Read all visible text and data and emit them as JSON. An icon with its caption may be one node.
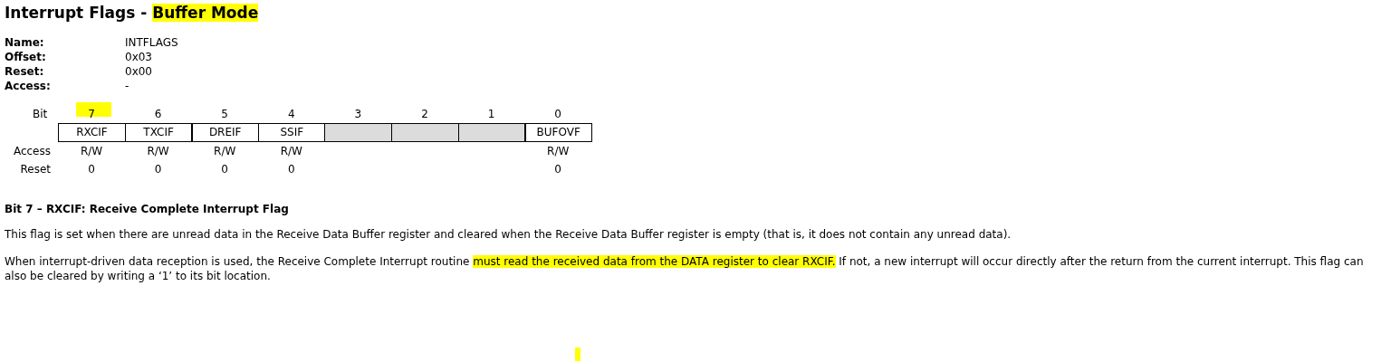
{
  "diagram": {
    "title": "Interrupt Flags - Buffer Mode",
    "labels": [
      "Name:",
      "INTFLAGS",
      "Offset:",
      "0x03",
      "Reset:",
      "0x00",
      "Access:",
      "-",
      "Bit",
      "7",
      "6",
      "5",
      "4",
      "3",
      "2",
      "1",
      "0",
      "RXCIF",
      "TXCIF",
      "DREIF",
      "SSIF",
      "BUFOVF",
      "Access",
      "R/W",
      "R/W",
      "R/W",
      "R/W",
      "R/W",
      "Reset",
      "0",
      "0",
      "0",
      "0",
      "0",
      "Bit 7 – RXCIF: Receive Complete Interrupt Flag",
      "This flag is set when there are unread data in the Receive Data Buffer register and cleared when the Receive Data Buffer register is empty (that is, it does not contain any unread data).",
      "When interrupt-driven data reception is used, the Receive Complete Interrupt routine must read the received data from the DATA register to clear RXCIF. If not, a new interrupt will occur directly after the return from the current interrupt. This flag can also be cleared by writing a ‘1’ to its bit location."
    ]
  }
}
